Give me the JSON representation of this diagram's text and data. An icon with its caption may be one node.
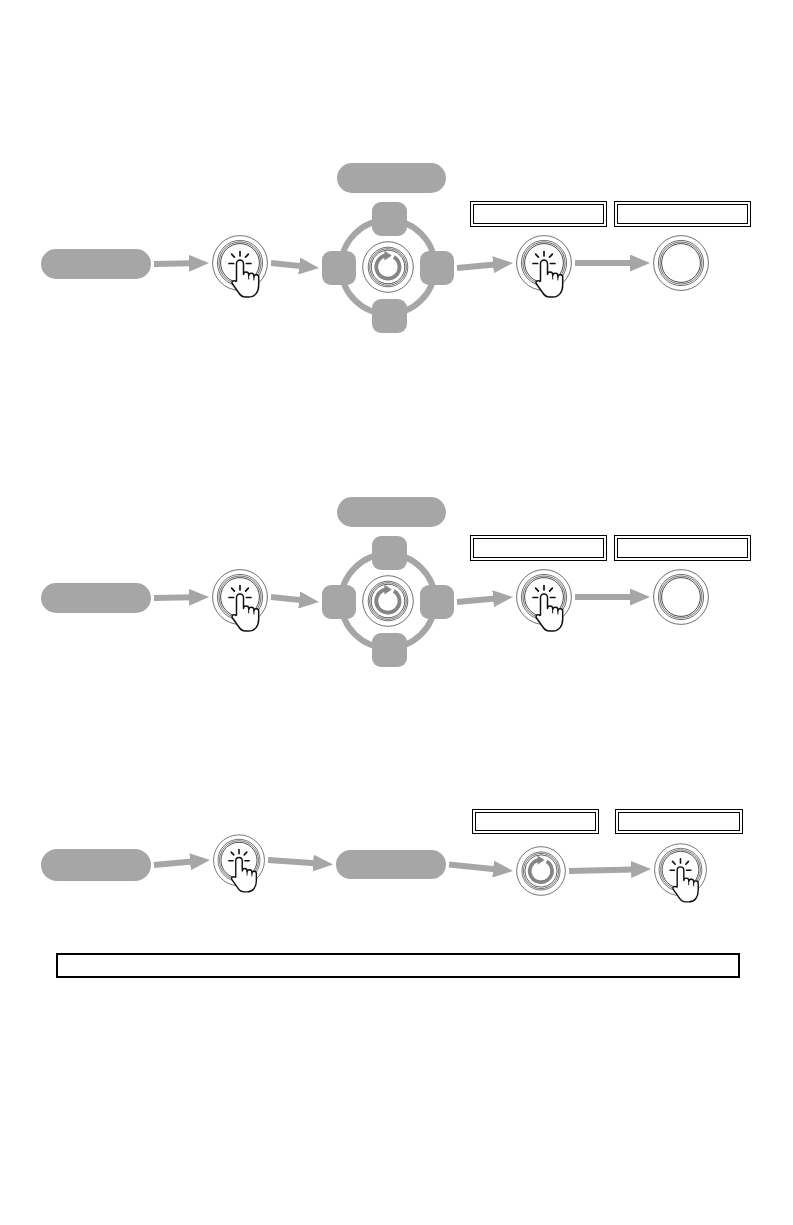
{
  "diagram": {
    "nodes": [
      {
        "text": [],
        "shape": "pill"
      },
      {
        "text": [],
        "shape": "picture"
      },
      {
        "text": [],
        "shape": "pill"
      },
      {
        "text": [],
        "shape": "ring"
      },
      {
        "text": [],
        "shape": "square"
      },
      {
        "text": [],
        "shape": "square"
      },
      {
        "text": [],
        "shape": "picture",
        "in": 3
      },
      {
        "text": [],
        "shape": "square"
      },
      {
        "text": [],
        "shape": "square"
      },
      {
        "text": [],
        "shape": "box"
      },
      {
        "text": [],
        "shape": "picture"
      },
      {
        "text": [],
        "shape": "box"
      },
      {
        "text": [],
        "shape": "circle"
      },
      {
        "text": [],
        "shape": "pill"
      },
      {
        "text": [],
        "shape": "picture"
      },
      {
        "text": [],
        "shape": "pill"
      },
      {
        "text": [],
        "shape": "ring"
      },
      {
        "text": [],
        "shape": "square"
      },
      {
        "text": [],
        "shape": "square"
      },
      {
        "text": [],
        "shape": "picture",
        "in": 16
      },
      {
        "text": [],
        "shape": "square"
      },
      {
        "text": [],
        "shape": "square"
      },
      {
        "text": [],
        "shape": "box"
      },
      {
        "text": [],
        "shape": "picture"
      },
      {
        "text": [],
        "shape": "box"
      },
      {
        "text": [],
        "shape": "circle"
      },
      {
        "text": [],
        "shape": "pill"
      },
      {
        "text": [],
        "shape": "picture"
      },
      {
        "text": [],
        "shape": "pill"
      },
      {
        "text": [],
        "shape": "box"
      },
      {
        "text": [],
        "shape": "picture"
      },
      {
        "text": [],
        "shape": "box"
      },
      {
        "text": [],
        "shape": "picture"
      },
      {
        "text": [],
        "shape": "box"
      }
    ],
    "edges": [
      {
        "from": 0,
        "to": 1,
        "arrow": "to"
      },
      {
        "from": 1,
        "to": 5,
        "arrow": "to"
      },
      {
        "from": 7,
        "to": 10,
        "arrow": "to"
      },
      {
        "from": 10,
        "to": 12,
        "arrow": "to"
      },
      {
        "from": 13,
        "to": 14,
        "arrow": "to"
      },
      {
        "from": 14,
        "to": 18,
        "arrow": "to"
      },
      {
        "from": 20,
        "to": 23,
        "arrow": "to"
      },
      {
        "from": 23,
        "to": 25,
        "arrow": "to"
      },
      {
        "from": 26,
        "to": 27,
        "arrow": "to"
      },
      {
        "from": 27,
        "to": 28,
        "arrow": "to"
      },
      {
        "from": 28,
        "to": 30,
        "arrow": "to"
      },
      {
        "from": 30,
        "to": 32,
        "arrow": "to"
      }
    ]
  }
}
